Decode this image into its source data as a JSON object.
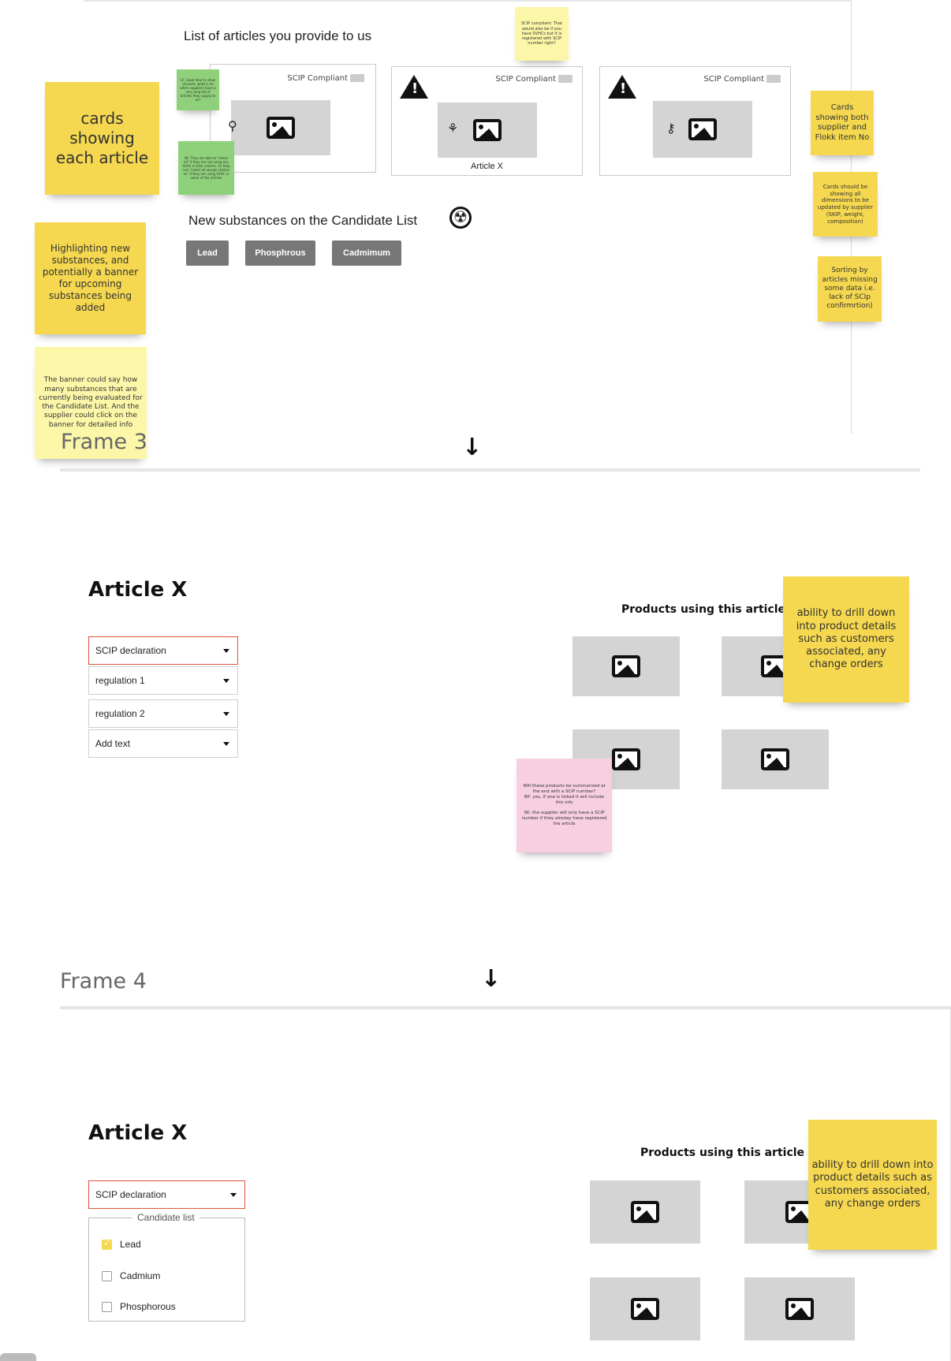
{
  "frame3": {
    "list_title": "List of articles you provide to us",
    "cards": [
      {
        "scip_label": "SCIP Compliant",
        "caption": ""
      },
      {
        "scip_label": "SCIP Compliant",
        "caption": "Article X"
      },
      {
        "scip_label": "SCIP Compliant",
        "caption": ""
      }
    ],
    "candidate_title": "New substances on the Candidate List",
    "substances": [
      "Lead",
      "Phosphrous",
      "Cadmimum"
    ],
    "frame_label": "Frame 3"
  },
  "stickies": {
    "cards_each_article": "cards showing each article",
    "highlighting": "Highlighting new substances, and potentially a banner for upcoming substances being added",
    "banner": "The banner could say how many substances that are currently being evaluated for the Candidate List. And the supplier could click on the banner for detailed info",
    "scip_top": "SCIP compliant: That would also be if you have SVHCs but it is registered with SCIP number right?",
    "green1": "LF: Good idea to show all parts, what is do when suppliers have a very long list of articles they supply to us?",
    "green2": "SK: They are able to \"select all\" if they are not using any SVHC in their articles. Or they can \"select all except articles xx\" if they are using SVHC in some of the articles",
    "cards_both": "Cards showing both supplier and Flokk item No",
    "cards_dimensions": "Cards should be showing all dimensions to be updated by supplier (SKIP, weight, composition)",
    "sorting": "Sorting by articles missing some data i.e. lack of SCIp confirmrtion)",
    "drill_down": "ability to drill down into product details such as customers associated, any change orders",
    "pink": "Will these products be summarized at the end with a SCIP number?\nBP: yes, if one is linked it will include this info\n\nSK: the supplier will only have a SCIP number if they alreday have registered the article",
    "drill_down_2": "ability to drill down into product details such as customers associated, any change orders"
  },
  "frame4": {
    "title": "Article X",
    "products_title": "Products using this article",
    "selects": [
      "SCIP declaration",
      "regulation 1",
      "regulation 2",
      "Add text"
    ],
    "frame_label": "Frame 4"
  },
  "frame5": {
    "title": "Article X",
    "products_title": "Products using this article",
    "select_value": "SCIP declaration",
    "candidate_legend": "Candidate list",
    "candidates": [
      {
        "label": "Lead",
        "checked": true
      },
      {
        "label": "Cadmium",
        "checked": false
      },
      {
        "label": "Phosphorous",
        "checked": false
      }
    ]
  }
}
